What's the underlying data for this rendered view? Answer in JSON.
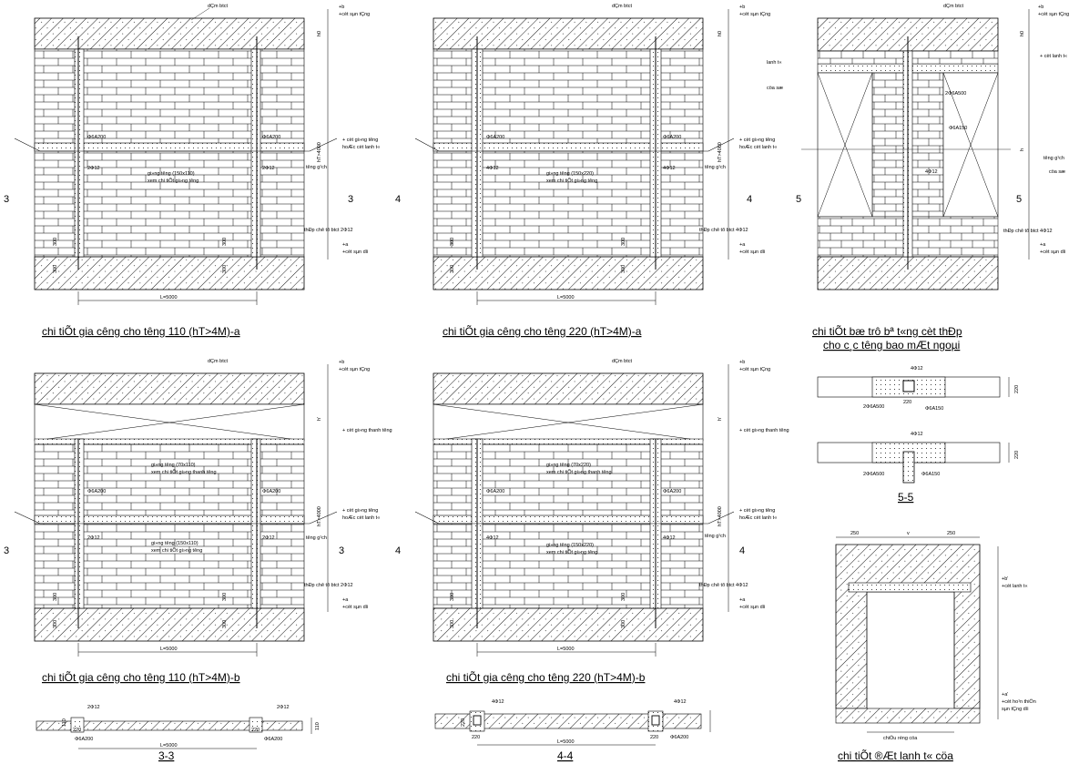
{
  "panels": {
    "p1": {
      "title": "chi tiÕt gia c­êng cho t­êng 110 (hT>4M)-a",
      "sec_left": "3",
      "sec_right": "3",
      "beam_label": "dÇm btct",
      "top_mark": "+b",
      "top_mark2": "+cèt sµn tÇng",
      "h_label": "h0",
      "ht_label": "hT>4000",
      "tie_left": "Φ6A200",
      "tie_right": "Φ6A200",
      "bar_left": "2Φ12",
      "bar_right": "2Φ12",
      "mid_note1": "gi»ng t­êng (150x110)",
      "mid_note2": "xem chi tiÕt gi»ng t­êng",
      "right_note1": "+ cèt gi»ng t­êng",
      "right_note2": "hoÆc cèt lanh t«",
      "wall_note": "t­êng g¹ch",
      "anchor_note": "thÐp chê tõ btct 2Φ12",
      "base_mark": "+a",
      "base_mark2": "+cèt sµn d­íi",
      "dim_300a": "300",
      "dim_300b": "300",
      "dim_300c": "300",
      "dim_300d": "300",
      "span": "L=5000"
    },
    "p2": {
      "title": "chi tiÕt gia c­êng cho t­êng 220 (hT>4M)-a",
      "sec_left": "4",
      "sec_right": "4",
      "beam_label": "dÇm btct",
      "top_mark": "+b",
      "top_mark2": "+cèt sµn tÇng",
      "h_label": "h0",
      "ht_label": "hT>4000",
      "tie_left": "Φ6A200",
      "tie_right": "Φ6A200",
      "bar_left": "4Φ12",
      "bar_right": "4Φ12",
      "mid_note1": "gi»ng t­êng (150x220)",
      "mid_note2": "xem chi tiÕt gi»ng t­êng",
      "right_note1": "+ cèt gi»ng t­êng",
      "right_note2": "hoÆc cèt lanh t«",
      "wall_note": "t­êng g¹ch",
      "anchor_note": "thÐp chê tõ btct 4Φ12",
      "base_mark": "+a",
      "base_mark2": "+cèt sµn d­íi",
      "dim_300a": "300",
      "dim_300b": "300",
      "dim_300c": "300",
      "dim_300d": "300",
      "span": "L=5000"
    },
    "p3": {
      "title1": "chi tiÕt bæ trô bª t«ng cèt thÐp",
      "title2": "cho c¸c t­êng bao mÆt ngoµi",
      "sec_left": "5",
      "sec_right": "5",
      "beam_label": "dÇm btct",
      "top_mark": "+b",
      "top_mark2": "+cèt sµn tÇng",
      "h_label": "h0",
      "ht_label": "h",
      "lintel_label": "lanh t«",
      "door_label": "cöa sæ",
      "bar_label": "2Φ6A500",
      "tie_label": "Φ6A150",
      "right_note1": "+ cèt lanh t«",
      "bar2": "4Φ12",
      "wall_note": "t­êng g¹ch",
      "door2": "cöa sæ",
      "anchor_note": "thÐp chê tõ btct 4Φ12",
      "base_mark": "+a",
      "base_mark2": "+cèt sµn d­íi"
    },
    "p4": {
      "title": "chi tiÕt gia c­êng cho t­êng 110 (hT>4M)-b",
      "sec_left": "3",
      "sec_right": "3",
      "beam_label": "dÇm btct",
      "top_mark": "+b",
      "top_mark2": "+cèt sµn tÇng",
      "h_label": "h'",
      "ht_label": "hT>4000",
      "top_note": "+ cèt gi»ng thanh t­êng",
      "tie_left": "Φ6A200",
      "tie_right": "Φ6A200",
      "bar_left": "2Φ12",
      "bar_right": "2Φ12",
      "upper_note1": "gi»ng t­êng (70x110)",
      "upper_note2": "xem chi tiÕt gi»ng thanh t­êng",
      "mid_note1": "gi»ng t­êng (150x110)",
      "mid_note2": "xem chi tiÕt gi»ng t­êng",
      "right_note1": "+ cèt gi»ng t­êng",
      "right_note2": "hoÆc cèt lanh t«",
      "wall_note": "t­êng g¹ch",
      "anchor_note": "thÐp chê tõ btct 2Φ12",
      "base_mark": "+a",
      "base_mark2": "+cèt sµn d­íi",
      "dim_300a": "300",
      "dim_300b": "300",
      "dim_300c": "300",
      "dim_300d": "300",
      "span": "L=5000"
    },
    "p5": {
      "title": "chi tiÕt gia c­êng cho t­êng 220 (hT>4M)-b",
      "sec_left": "4",
      "sec_right": "4",
      "beam_label": "dÇm btct",
      "top_mark": "+b",
      "top_mark2": "+cèt sµn tÇng",
      "h_label": "h'",
      "ht_label": "hT>4000",
      "top_note": "+ cèt gi»ng thanh t­êng",
      "tie_left": "Φ6A200",
      "tie_right": "Φ6A200",
      "bar_left": "4Φ12",
      "bar_right": "4Φ12",
      "upper_note1": "gi»ng t­êng (70x220)",
      "upper_note2": "xem chi tiÕt gi»ng thanh t­êng",
      "mid_note1": "gi»ng t­êng (150x220)",
      "mid_note2": "xem chi tiÕt gi»ng t­êng",
      "right_note1": "+ cèt gi»ng t­êng",
      "right_note2": "hoÆc cèt lanh t«",
      "wall_note": "t­êng g¹ch",
      "anchor_note": "thÐp chê tõ btct 4Φ12",
      "base_mark": "+a",
      "base_mark2": "+cèt sµn d­íi",
      "dim_300a": "300",
      "dim_300b": "300",
      "dim_300c": "300",
      "dim_300d": "300",
      "span": "L=5000"
    },
    "s55": {
      "title": "5-5",
      "bar_a": "4Φ12",
      "dim_a": "220",
      "tie_a": "2Φ6A500",
      "tie_b": "Φ6A150",
      "dim_b": "220",
      "bar_b": "4Φ12",
      "dim_c": "220",
      "tie_c": "2Φ6A500",
      "tie_d": "Φ6A150"
    },
    "lintel": {
      "title": "chi tiÕt ®Æt lanh t« cöa",
      "dim_l": "250",
      "dim_m": "v",
      "dim_r": "250",
      "mark_top": "+b'",
      "mark_top2": "+cèt lanh t«",
      "mark_bot": "+a'",
      "mark_bot2": "+cèt ho¹n thiÖn",
      "mark_bot3": "sµn tÇng d­íi",
      "bottom_label": "chiÒu réng cöa"
    },
    "s33": {
      "title": "3-3",
      "bar_l": "2Φ12",
      "bar_r": "2Φ12",
      "dim_l": "220",
      "dim_r": "220",
      "tie_l": "Φ6A200",
      "tie_r": "Φ6A200",
      "span": "L=5000",
      "thk": "110",
      "thk2": "110"
    },
    "s44": {
      "title": "4-4",
      "bar_l": "4Φ12",
      "bar_r": "4Φ12",
      "dim_l": "220",
      "dim_r": "220",
      "tie_r": "Φ6A200",
      "span": "L=5000",
      "thk": "220"
    }
  }
}
